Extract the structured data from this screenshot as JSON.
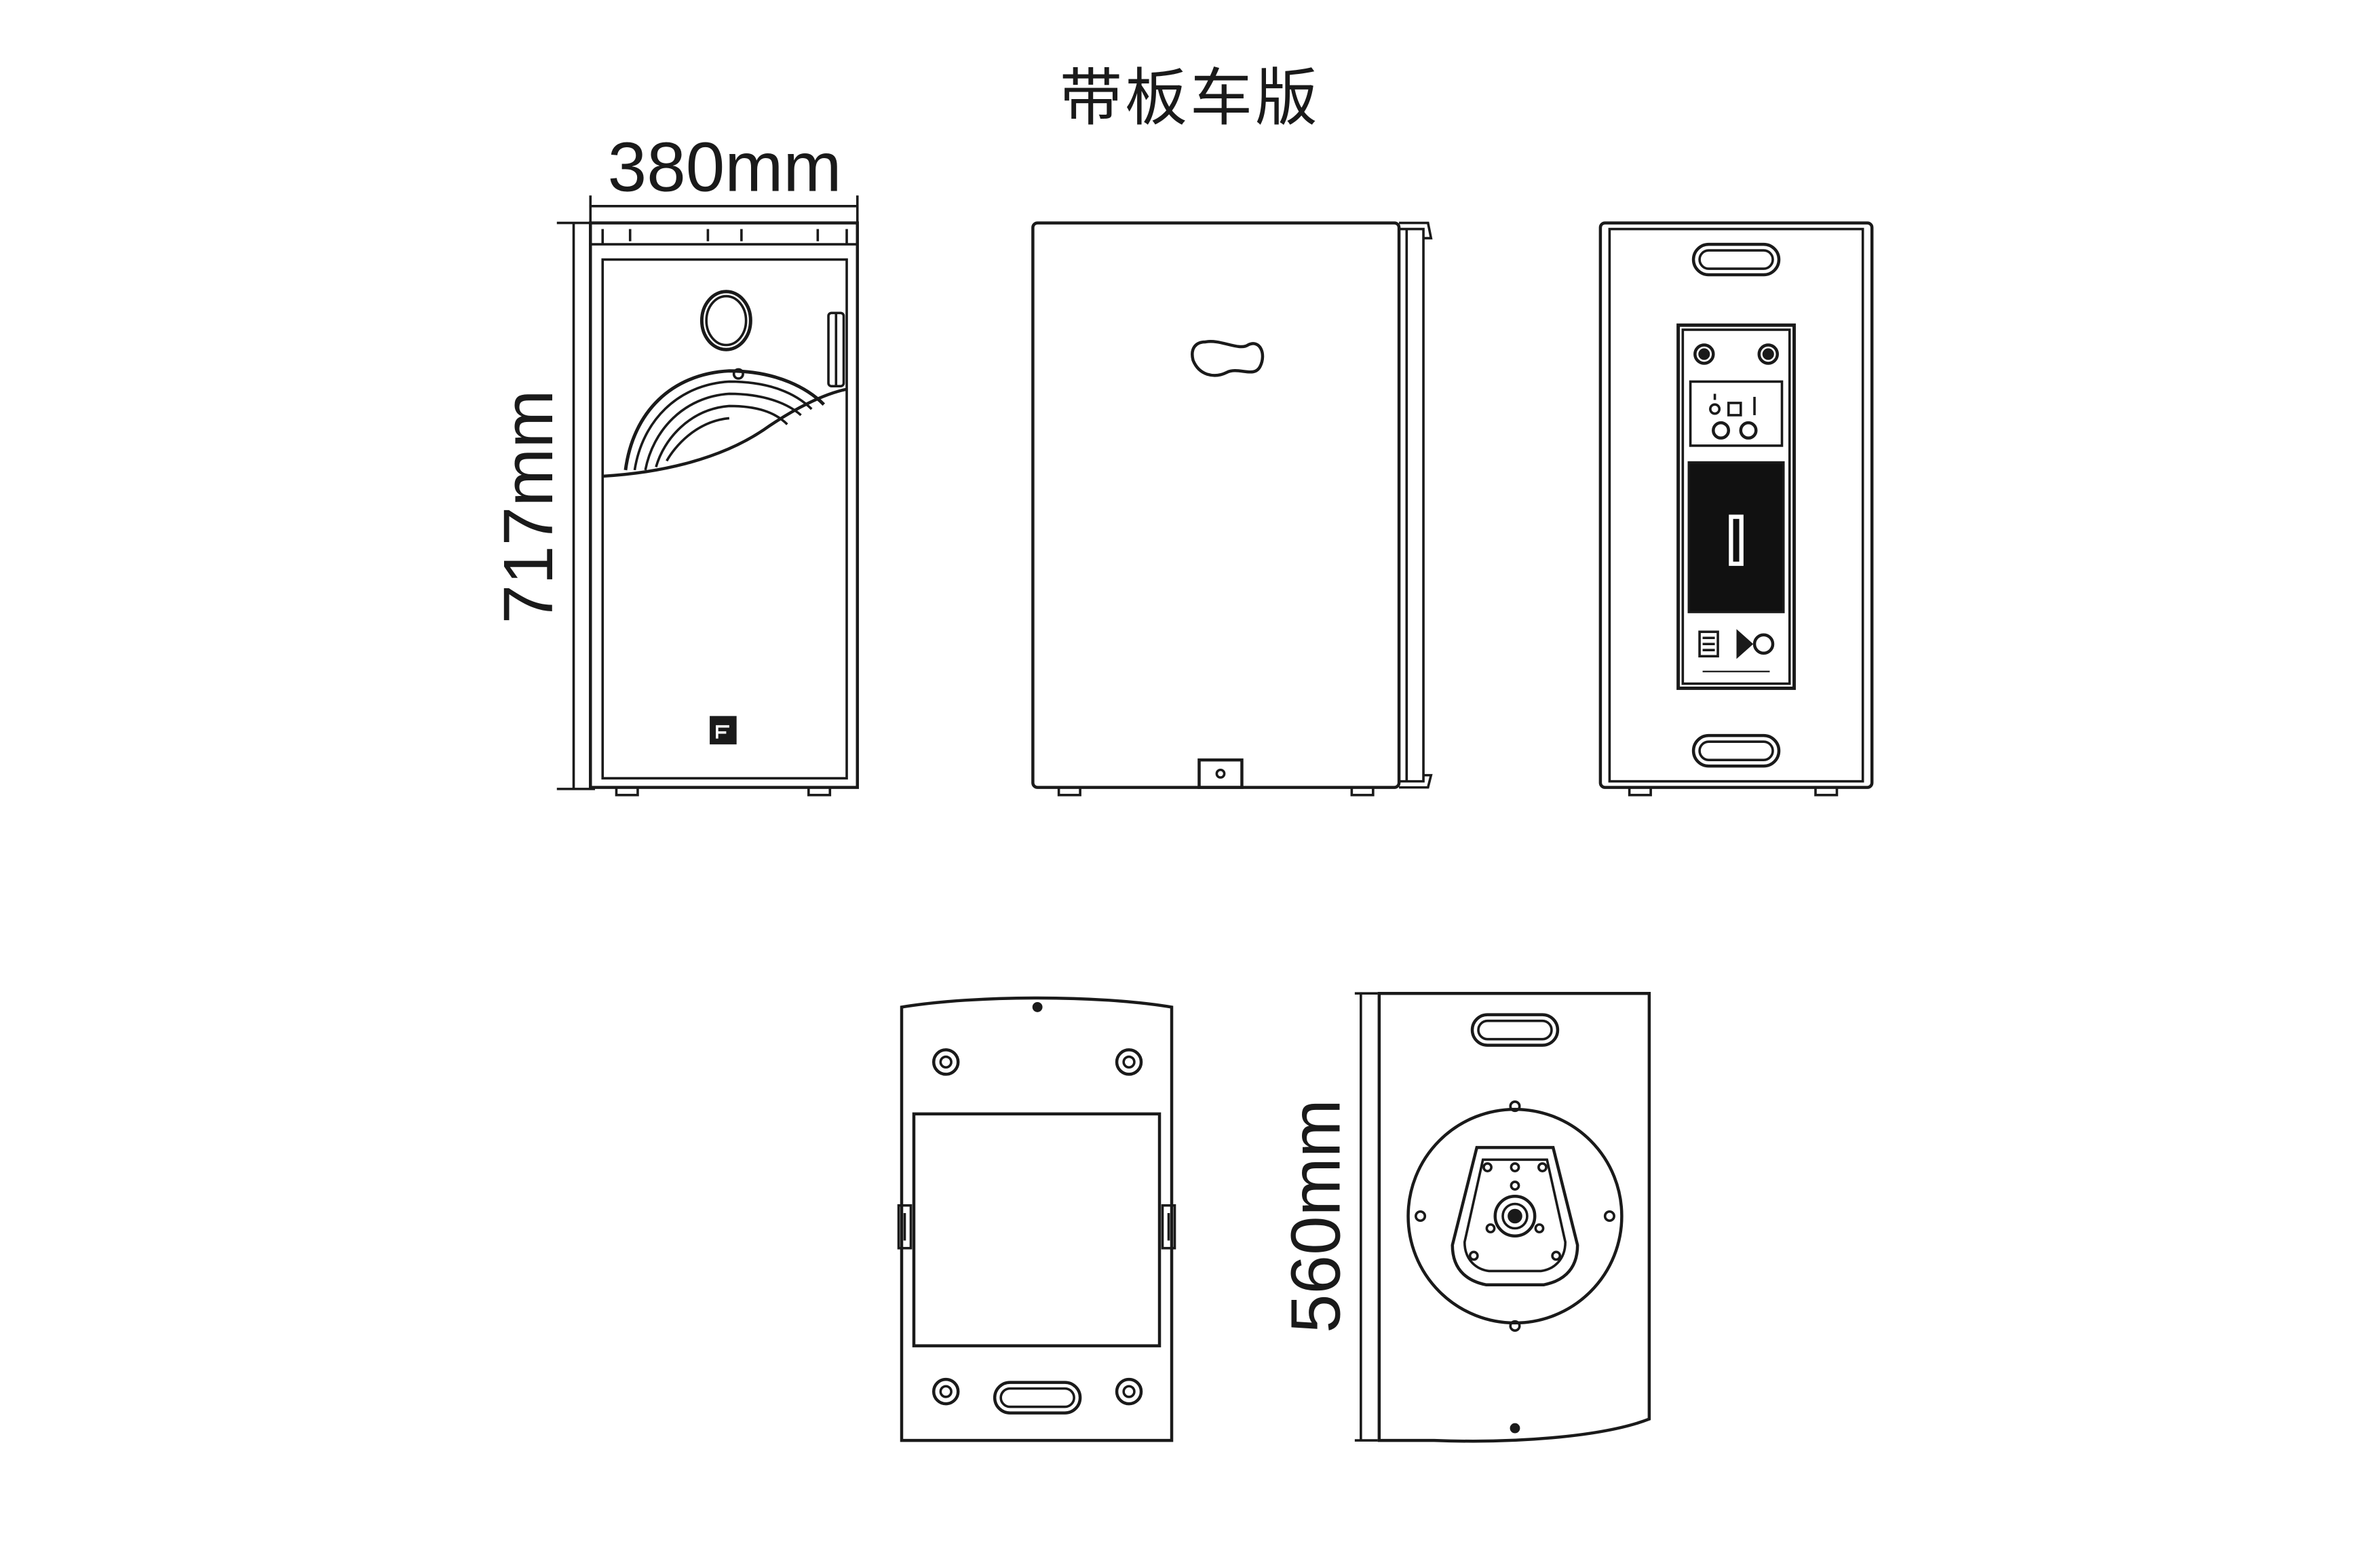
{
  "title": "带板车版",
  "dimensions": {
    "width": "380mm",
    "height": "717mm",
    "depth": "560mm"
  },
  "colors": {
    "line": "#1a1a1a",
    "background": "#ffffff",
    "panel": "#111111"
  }
}
